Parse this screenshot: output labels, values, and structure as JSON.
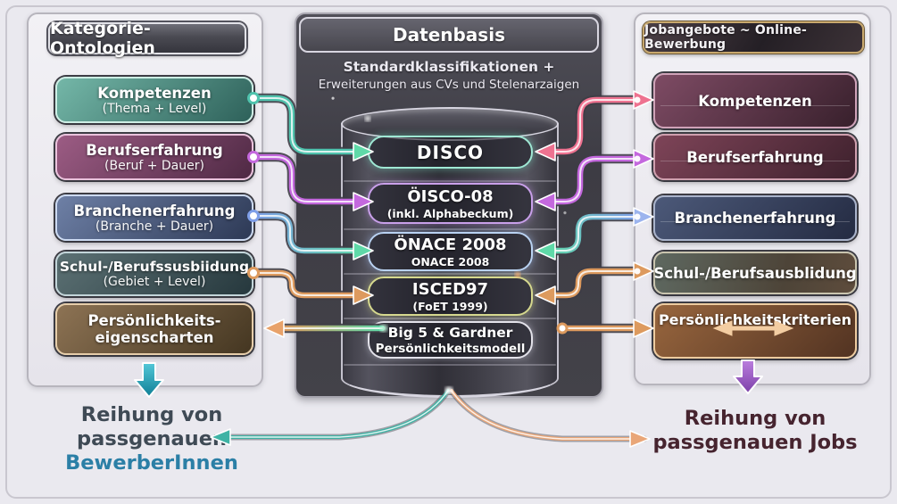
{
  "diagram": {
    "left_panel": {
      "title": "Kategorie-Ontologien",
      "boxes": [
        {
          "line1": "Kompetenzen",
          "line2": "(Thema + Level)"
        },
        {
          "line1": "Berufserfahrung",
          "line2": "(Beruf + Dauer)"
        },
        {
          "line1": "Branchenerfahrung",
          "line2": "(Branche + Dauer)"
        },
        {
          "line1": "Schul-/Berufssusbiidung",
          "line2": "(Gebiet + Level)"
        },
        {
          "line1": "Persönlichkeits-",
          "line2": "eigenscharten"
        }
      ]
    },
    "center_panel": {
      "title": "Datenbasis",
      "subtitle_line1": "Standardklassifikationen +",
      "subtitle_line2": "Erweiterungen aus CVs und Stelenarzaigen",
      "database_items": [
        {
          "line1": "DISCO"
        },
        {
          "line1": "ÖISCO-08",
          "line2": "(inkl. Alphabeckum)"
        },
        {
          "line1": "ÖNACE 2008",
          "line2": "ONACE 2008"
        },
        {
          "line1": "ISCED97",
          "line2": "(FoET 1999)"
        },
        {
          "line1": "Big 5 & Gardner",
          "line2": "Persönlichkeitsmodell"
        }
      ]
    },
    "right_panel": {
      "title": "Jobangebote ~ Online-Bewerbung",
      "boxes": [
        {
          "line1": "Kompetenzen"
        },
        {
          "line1": "Berufserfahrung"
        },
        {
          "line1": "Branchenerfahrung"
        },
        {
          "line1": "Schul-/Berufsausblidung"
        },
        {
          "line1": "Persönlichkeitskriterien"
        }
      ]
    },
    "ranking_left": {
      "line1": "Reihung von",
      "line2": "passgenauen",
      "line3": "BewerberInnen"
    },
    "ranking_right": {
      "line1": "Reihung von",
      "line2": "passgenauen Jobs"
    },
    "colors": {
      "teal": "#4fc3ad",
      "purple": "#c468de",
      "blue": "#7f9fe8",
      "copper": "#dd9a5e",
      "pink": "#ee7290",
      "green": "#5fd9a8",
      "bewerber_text": "#2b7fa6",
      "jobs_text": "#46242f"
    }
  }
}
